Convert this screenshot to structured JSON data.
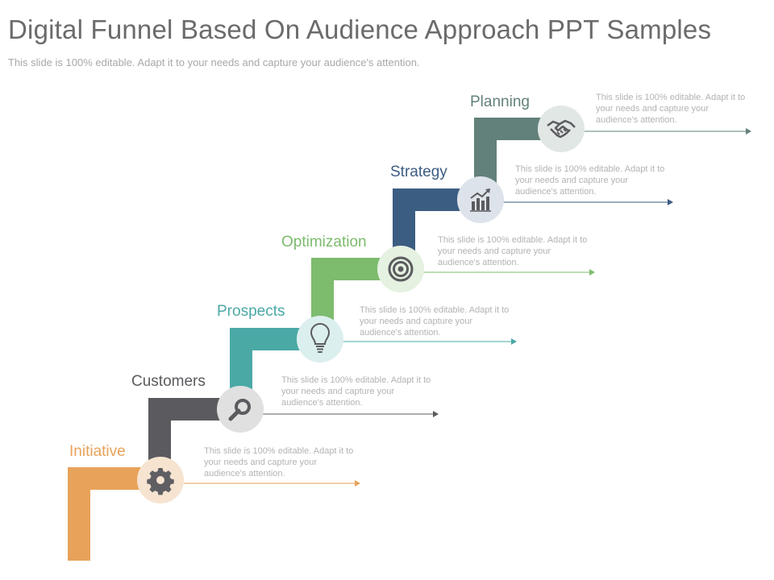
{
  "header": {
    "title": "Digital Funnel Based On Audience Approach PPT Samples",
    "subtitle": "This slide is 100% editable. Adapt it to your needs and capture your audience's attention."
  },
  "steps": [
    {
      "label": "Initiative",
      "color": "#e8a35a",
      "icon": "gear-icon",
      "description": "This slide is 100% editable. Adapt it to your needs and capture your audience's attention."
    },
    {
      "label": "Customers",
      "color": "#5b5b5f",
      "icon": "magnifier-icon",
      "description": "This slide is 100% editable. Adapt it to your needs and capture your audience's attention."
    },
    {
      "label": "Prospects",
      "color": "#4aa9a5",
      "icon": "lightbulb-icon",
      "description": "This slide is 100% editable. Adapt it to your needs and capture your audience's attention."
    },
    {
      "label": "Optimization",
      "color": "#7dbb6d",
      "icon": "target-icon",
      "description": "This slide is 100% editable. Adapt it to your needs and capture your audience's attention."
    },
    {
      "label": "Strategy",
      "color": "#3c5d82",
      "icon": "growth-chart-icon",
      "description": "This slide is 100% editable. Adapt it to your needs and capture your audience's attention."
    },
    {
      "label": "Planning",
      "color": "#62817a",
      "icon": "handshake-icon",
      "description": "This slide is 100% editable. Adapt it to your needs and capture your audience's attention."
    }
  ]
}
